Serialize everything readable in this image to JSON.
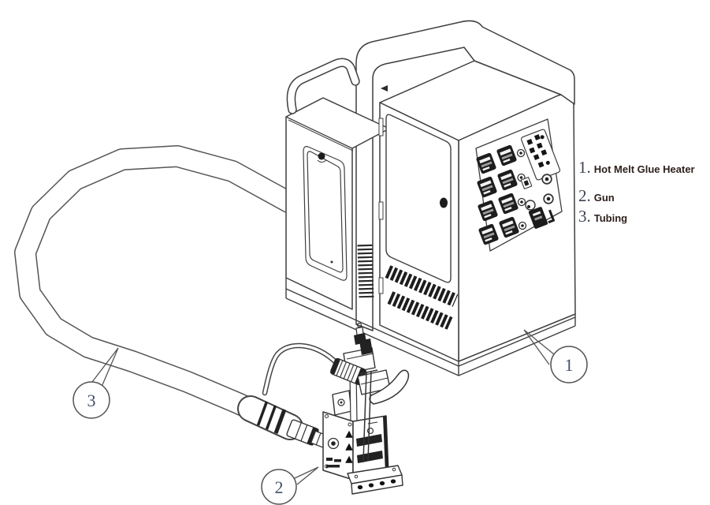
{
  "figure": {
    "background": "#ffffff",
    "line_color": "#3f3f3f",
    "dark_fill": "#1d1d1d",
    "callout_number_color": "#44506a"
  },
  "legend": {
    "items": [
      {
        "number": "1.",
        "label": "Hot Melt Glue Heater"
      },
      {
        "number": "2.",
        "label": "Gun"
      },
      {
        "number": "3.",
        "label": "Tubing"
      }
    ]
  },
  "callouts": [
    {
      "number": "1"
    },
    {
      "number": "2"
    },
    {
      "number": "3"
    }
  ]
}
